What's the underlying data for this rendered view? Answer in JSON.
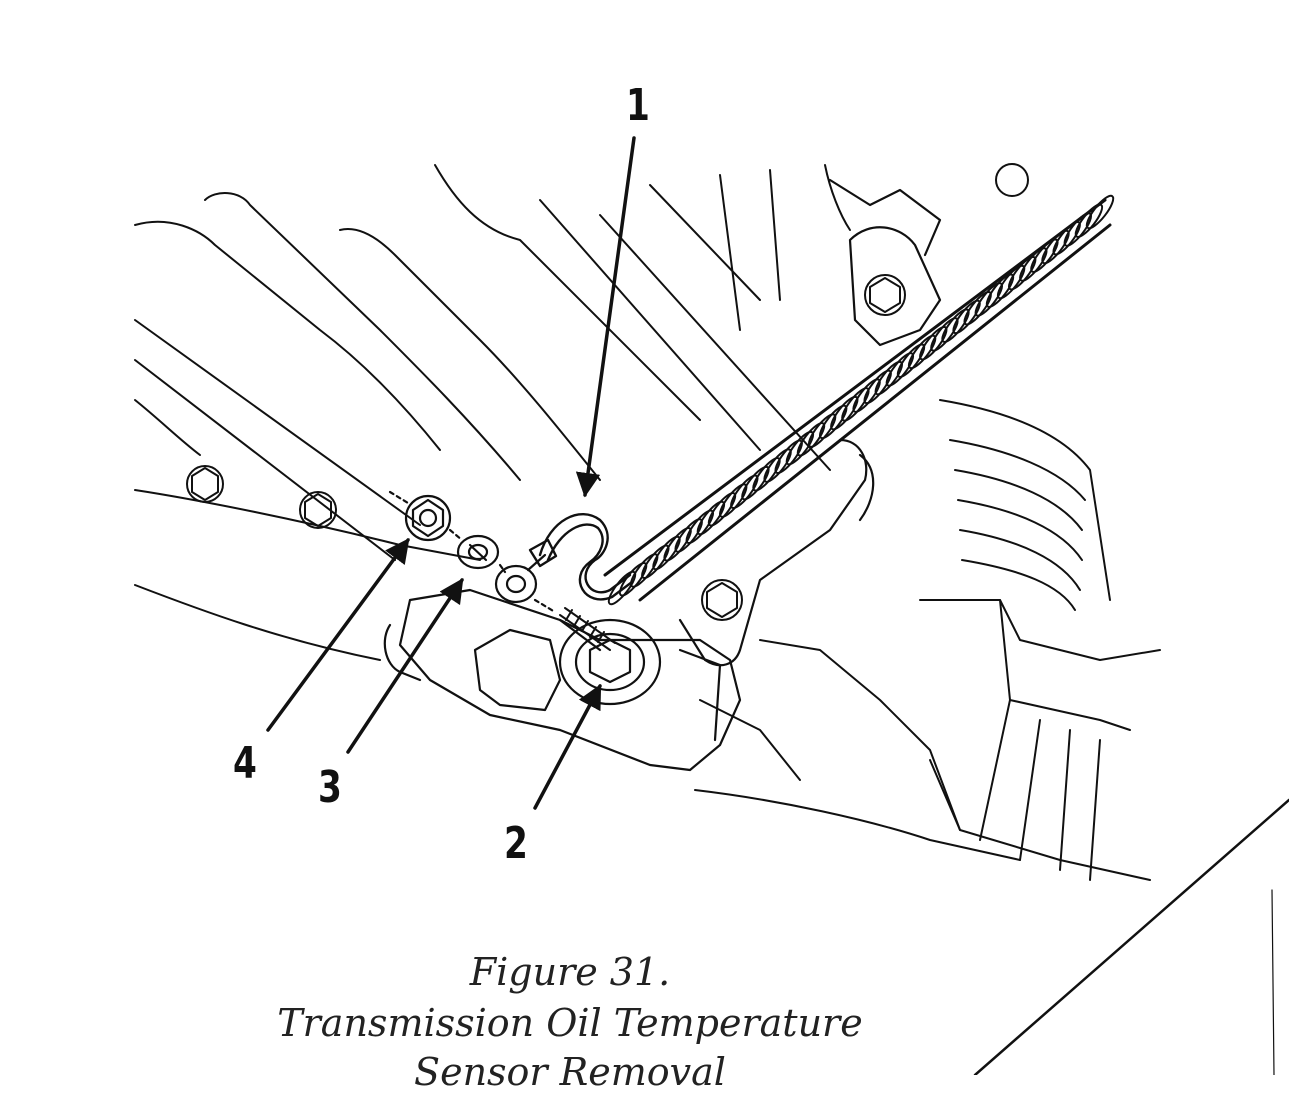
{
  "figure": {
    "callouts": [
      {
        "id": "1",
        "label": "1"
      },
      {
        "id": "2",
        "label": "2"
      },
      {
        "id": "3",
        "label": "3"
      },
      {
        "id": "4",
        "label": "4"
      }
    ],
    "caption": {
      "line1": "Figure 31.",
      "line2": "Transmission Oil Temperature",
      "line3": "Sensor Removal"
    }
  },
  "colors": {
    "ink": "#111111",
    "paper": "#ffffff"
  }
}
